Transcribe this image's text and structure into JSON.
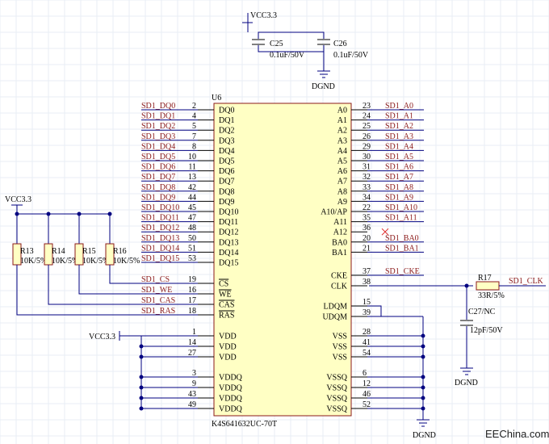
{
  "power": {
    "vcc": "VCC3.3",
    "gnd": "DGND"
  },
  "caps": [
    {
      "ref": "C25",
      "val": "0.1uF/50V"
    },
    {
      "ref": "C26",
      "val": "0.1uF/50V"
    }
  ],
  "chip": {
    "ref": "U6",
    "part": "K4S641632UC-70T"
  },
  "left_pins": [
    {
      "pin": "2",
      "name": "DQ0",
      "net": "SD1_DQ0"
    },
    {
      "pin": "4",
      "name": "DQ1",
      "net": "SD1_DQ1"
    },
    {
      "pin": "5",
      "name": "DQ2",
      "net": "SD1_DQ2"
    },
    {
      "pin": "7",
      "name": "DQ3",
      "net": "SD1_DQ3"
    },
    {
      "pin": "8",
      "name": "DQ4",
      "net": "SD1_DQ4"
    },
    {
      "pin": "10",
      "name": "DQ5",
      "net": "SD1_DQ5"
    },
    {
      "pin": "11",
      "name": "DQ6",
      "net": "SD1_DQ6"
    },
    {
      "pin": "13",
      "name": "DQ7",
      "net": "SD1_DQ7"
    },
    {
      "pin": "42",
      "name": "DQ8",
      "net": "SD1_DQ8"
    },
    {
      "pin": "44",
      "name": "DQ9",
      "net": "SD1_DQ9"
    },
    {
      "pin": "45",
      "name": "DQ10",
      "net": "SD1_DQ10"
    },
    {
      "pin": "47",
      "name": "DQ11",
      "net": "SD1_DQ11"
    },
    {
      "pin": "48",
      "name": "DQ12",
      "net": "SD1_DQ12"
    },
    {
      "pin": "50",
      "name": "DQ13",
      "net": "SD1_DQ13"
    },
    {
      "pin": "51",
      "name": "DQ14",
      "net": "SD1_DQ14"
    },
    {
      "pin": "53",
      "name": "DQ15",
      "net": "SD1_DQ15"
    }
  ],
  "ctrl_pins": [
    {
      "pin": "19",
      "name": "CS",
      "net": "SD1_CS"
    },
    {
      "pin": "16",
      "name": "WE",
      "net": "SD1_WE"
    },
    {
      "pin": "17",
      "name": "CAS",
      "net": "SD1_CAS"
    },
    {
      "pin": "18",
      "name": "RAS",
      "net": "SD1_RAS"
    }
  ],
  "pullups": [
    {
      "ref": "R13",
      "val": "10K/5%"
    },
    {
      "ref": "R14",
      "val": "10K/5%"
    },
    {
      "ref": "R15",
      "val": "10K/5%"
    },
    {
      "ref": "R16",
      "val": "10K/5%"
    }
  ],
  "vdd_pins": [
    {
      "pin": "1",
      "name": "VDD"
    },
    {
      "pin": "14",
      "name": "VDD"
    },
    {
      "pin": "27",
      "name": "VDD"
    },
    {
      "pin": "3",
      "name": "VDDQ"
    },
    {
      "pin": "9",
      "name": "VDDQ"
    },
    {
      "pin": "43",
      "name": "VDDQ"
    },
    {
      "pin": "49",
      "name": "VDDQ"
    }
  ],
  "right_pins": [
    {
      "pin": "23",
      "name": "A0",
      "net": "SD1_A0"
    },
    {
      "pin": "24",
      "name": "A1",
      "net": "SD1_A1"
    },
    {
      "pin": "25",
      "name": "A2",
      "net": "SD1_A2"
    },
    {
      "pin": "26",
      "name": "A3",
      "net": "SD1_A3"
    },
    {
      "pin": "29",
      "name": "A4",
      "net": "SD1_A4"
    },
    {
      "pin": "30",
      "name": "A5",
      "net": "SD1_A5"
    },
    {
      "pin": "31",
      "name": "A6",
      "net": "SD1_A6"
    },
    {
      "pin": "32",
      "name": "A7",
      "net": "SD1_A7"
    },
    {
      "pin": "33",
      "name": "A8",
      "net": "SD1_A8"
    },
    {
      "pin": "34",
      "name": "A9",
      "net": "SD1_A9"
    },
    {
      "pin": "22",
      "name": "A10/AP",
      "net": "SD1_A10"
    },
    {
      "pin": "35",
      "name": "A11",
      "net": "SD1_A11"
    },
    {
      "pin": "36",
      "name": "A12",
      "net": ""
    },
    {
      "pin": "20",
      "name": "BA0",
      "net": "SD1_BA0"
    },
    {
      "pin": "21",
      "name": "BA1",
      "net": "SD1_BA1"
    }
  ],
  "clk_pins": [
    {
      "pin": "37",
      "name": "CKE",
      "net": "SD1_CKE"
    },
    {
      "pin": "38",
      "name": "CLK",
      "net": ""
    }
  ],
  "mask_pins": [
    {
      "pin": "15",
      "name": "LDQM"
    },
    {
      "pin": "39",
      "name": "UDQM"
    }
  ],
  "vss_pins": [
    {
      "pin": "28",
      "name": "VSS"
    },
    {
      "pin": "41",
      "name": "VSS"
    },
    {
      "pin": "54",
      "name": "VSS"
    },
    {
      "pin": "6",
      "name": "VSSQ"
    },
    {
      "pin": "12",
      "name": "VSSQ"
    },
    {
      "pin": "46",
      "name": "VSSQ"
    },
    {
      "pin": "52",
      "name": "VSSQ"
    }
  ],
  "clk_res": {
    "ref": "R17",
    "val": "33R/5%",
    "net": "SD1_CLK"
  },
  "clk_cap": {
    "ref": "C27/NC",
    "val": "12pF/50V"
  },
  "watermark": "EEChina.com"
}
